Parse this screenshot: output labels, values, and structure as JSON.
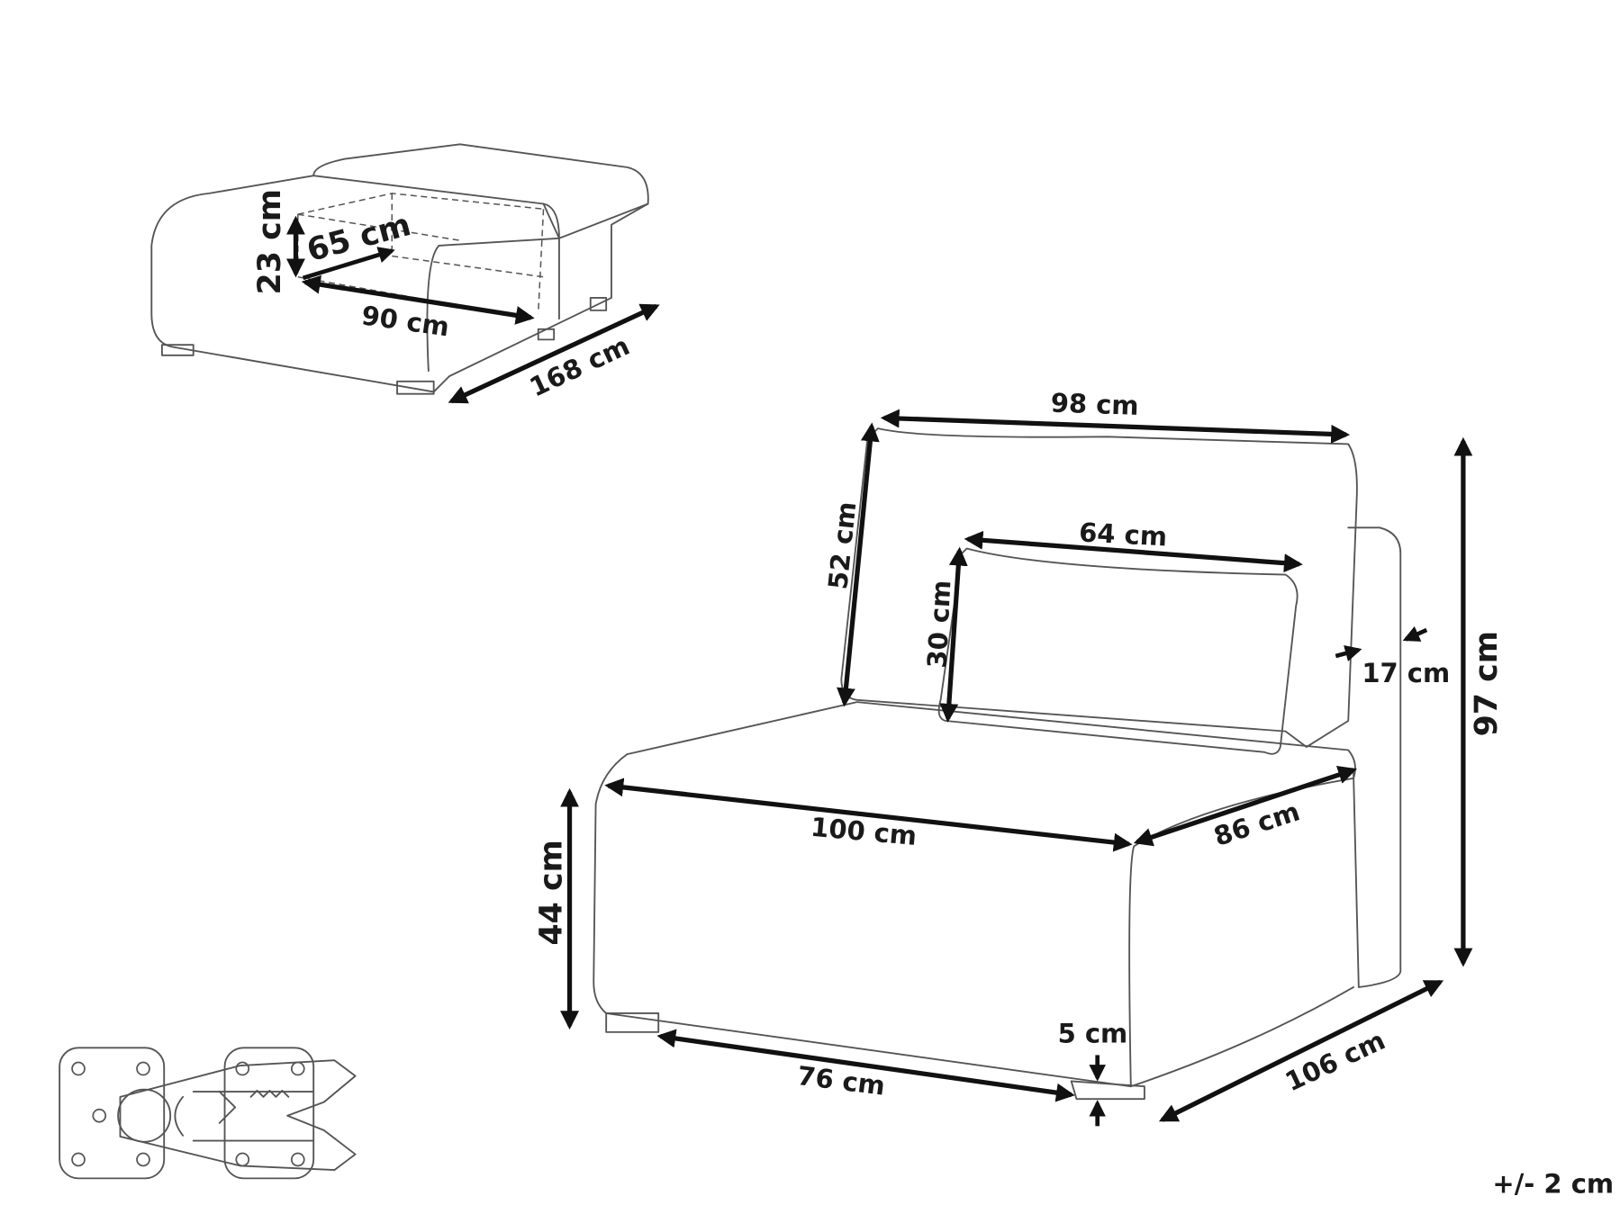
{
  "ottoman": {
    "height": "23 cm",
    "depth_inner": "65 cm",
    "width_inner": "90 cm",
    "length": "168 cm"
  },
  "chair": {
    "back_cushion_width": "98 cm",
    "back_cushion_height": "52 cm",
    "pillow_width": "64 cm",
    "pillow_height": "30 cm",
    "armrest_width": "17 cm",
    "total_height": "97 cm",
    "seat_width": "100 cm",
    "seat_depth": "86 cm",
    "seat_height": "44 cm",
    "leg_span": "76 cm",
    "leg_height": "5 cm",
    "total_depth": "106 cm"
  },
  "tolerance": "+/- 2 cm",
  "icons": [
    "connector-clip-icon"
  ]
}
